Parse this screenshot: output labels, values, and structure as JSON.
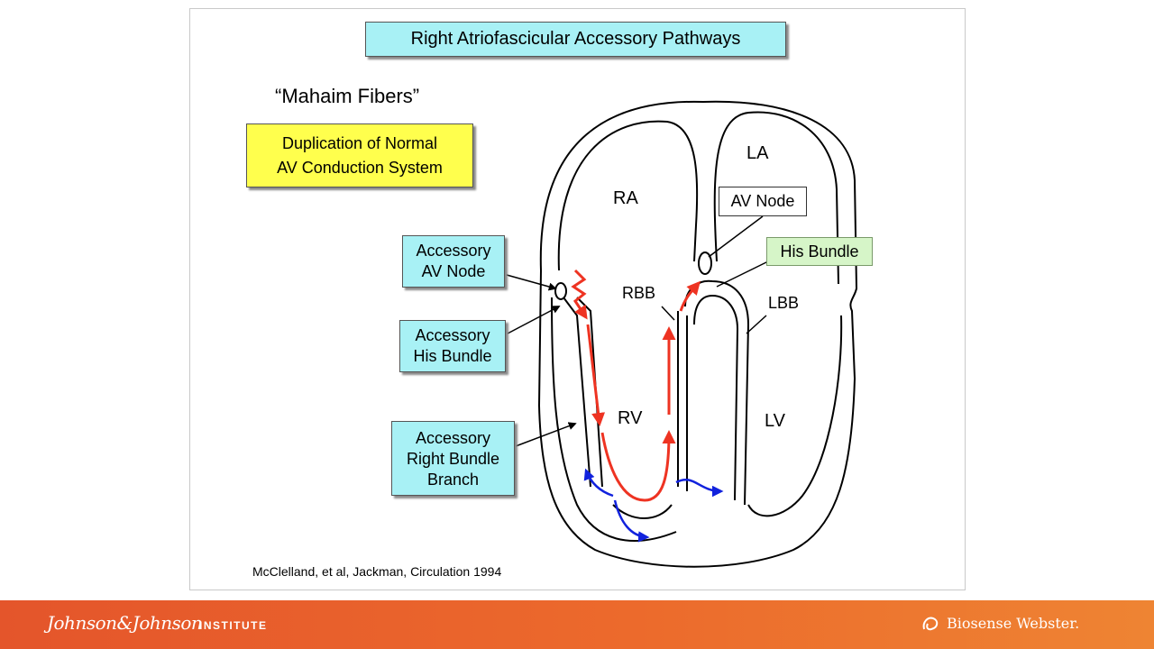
{
  "title": "Right Atriofascicular Accessory Pathways",
  "subtitle": "“Mahaim Fibers”",
  "yellow_box": {
    "line1": "Duplication of Normal",
    "line2": "AV Conduction System"
  },
  "callouts": {
    "acc_av_node": {
      "line1": "Accessory",
      "line2": "AV Node"
    },
    "acc_his_bundle": {
      "line1": "Accessory",
      "line2": "His Bundle"
    },
    "acc_rbb": {
      "line1": "Accessory",
      "line2": "Right Bundle",
      "line3": "Branch"
    },
    "av_node": "AV Node",
    "his_bundle": "His Bundle"
  },
  "chamber_labels": {
    "ra": "RA",
    "la": "LA",
    "rv": "RV",
    "lv": "LV",
    "rbb": "RBB",
    "lbb": "LBB"
  },
  "citation": "McClelland, et al, Jackman, Circulation 1994",
  "footer": {
    "left_brand": "Johnson&Johnson",
    "left_suffix": "INSTITUTE",
    "right_brand": "Biosense Webster."
  },
  "colors": {
    "title_bg": "#a8f1f5",
    "highlight_bg": "#ffff4d",
    "his_bg": "#d6f5c8",
    "arrow_red": "#ee3322",
    "arrow_blue": "#1122dd",
    "footer": "#e4552b"
  }
}
